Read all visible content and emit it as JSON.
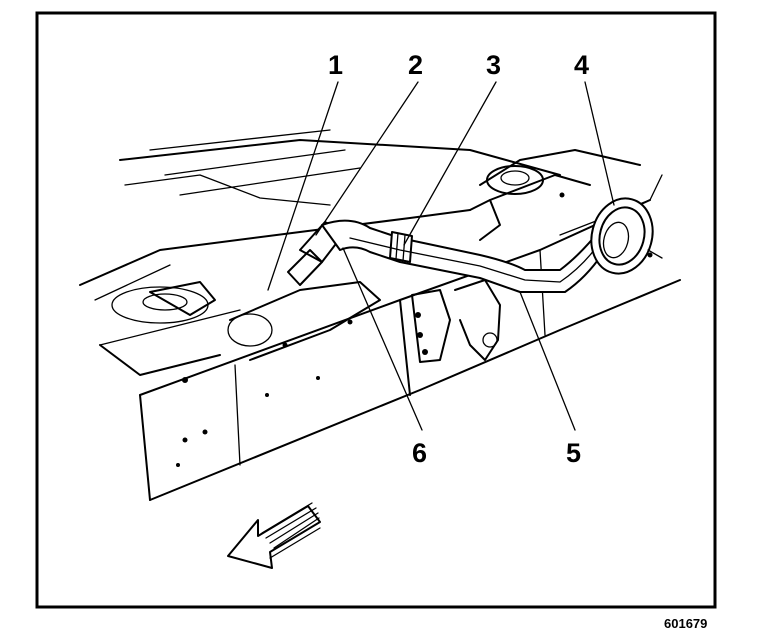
{
  "callouts": [
    {
      "id": "1",
      "label": "1"
    },
    {
      "id": "2",
      "label": "2"
    },
    {
      "id": "3",
      "label": "3"
    },
    {
      "id": "4",
      "label": "4"
    },
    {
      "id": "5",
      "label": "5"
    },
    {
      "id": "6",
      "label": "6"
    }
  ],
  "figure_number": "601679"
}
